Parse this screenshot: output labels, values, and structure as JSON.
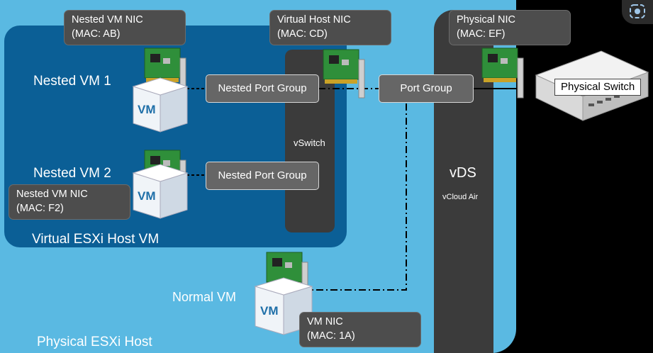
{
  "labels": {
    "physical_esxi_host": "Physical ESXi Host",
    "virtual_esxi_host_vm": "Virtual ESXi Host VM",
    "nested_vm_1": "Nested VM 1",
    "nested_vm_2": "Nested VM 2",
    "normal_vm": "Normal VM",
    "vswitch": "vSwitch",
    "vds": "vDS",
    "vcloud_air": "vCloud Air",
    "physical_switch": "Physical Switch"
  },
  "port_groups": {
    "nested_1": "Nested Port Group",
    "nested_2": "Nested Port Group",
    "port_group": "Port Group"
  },
  "callouts": {
    "nested_vm_nic_1": {
      "line1": "Nested VM NIC",
      "line2": "(MAC: AB)"
    },
    "virtual_host_nic": {
      "line1": "Virtual Host NIC",
      "line2": "(MAC: CD)"
    },
    "physical_nic": {
      "line1": "Physical NIC",
      "line2": "(MAC: EF)"
    },
    "nested_vm_nic_2": {
      "line1": "Nested VM NIC",
      "line2": "(MAC: F2)"
    },
    "vm_nic": {
      "line1": "VM NIC",
      "line2": "(MAC: 1A)"
    }
  },
  "vm_icon_text": "VM",
  "icons": [
    "nic-card-icon",
    "vm-box-icon",
    "physical-switch-icon",
    "camera-icon"
  ]
}
